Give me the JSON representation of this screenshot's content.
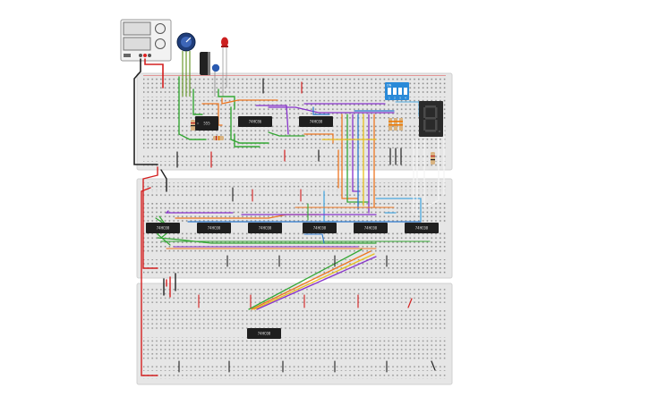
{
  "app": {
    "title": "Breadboard circuit simulator"
  },
  "chips": [
    {
      "label": "555"
    },
    {
      "label": "74HC86"
    },
    {
      "label": "74HC08"
    },
    {
      "label": "74HC08"
    },
    {
      "label": "74HC08"
    },
    {
      "label": "74HC08"
    },
    {
      "label": "74HC08"
    },
    {
      "label": "74HC08"
    },
    {
      "label": "74HC08"
    },
    {
      "label": "74HC08"
    }
  ],
  "dip_switch": {
    "label": "ON",
    "positions": [
      "1",
      "2",
      "3",
      "4"
    ]
  },
  "seven_segment": {
    "digit": "8"
  },
  "colors": {
    "breadboard": "#e5e5e5",
    "chip": "#1f1f1f",
    "wire_red": "#d42020",
    "wire_black": "#222222",
    "wire_green": "#35a835",
    "wire_orange": "#ee7722",
    "wire_purple": "#8833cc",
    "wire_blue": "#2a77cc",
    "wire_yellow": "#e8c020",
    "wire_lightblue": "#4aa8e0"
  }
}
